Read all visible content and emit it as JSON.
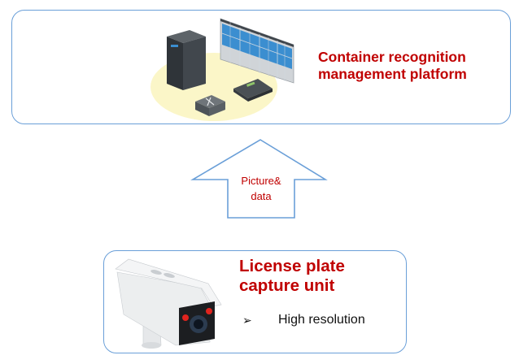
{
  "platform": {
    "title": "Container recognition management platform",
    "illustration": "control-room-icon"
  },
  "flow": {
    "label": "Picture& data",
    "direction": "up"
  },
  "capture_unit": {
    "title": "License plate capture unit",
    "illustration": "camera-icon",
    "features": [
      "High resolution"
    ],
    "bullet_glyph": "➢"
  },
  "colors": {
    "border": "#6a9fd8",
    "accent_text": "#c00000",
    "floor": "#fbf6c8"
  }
}
